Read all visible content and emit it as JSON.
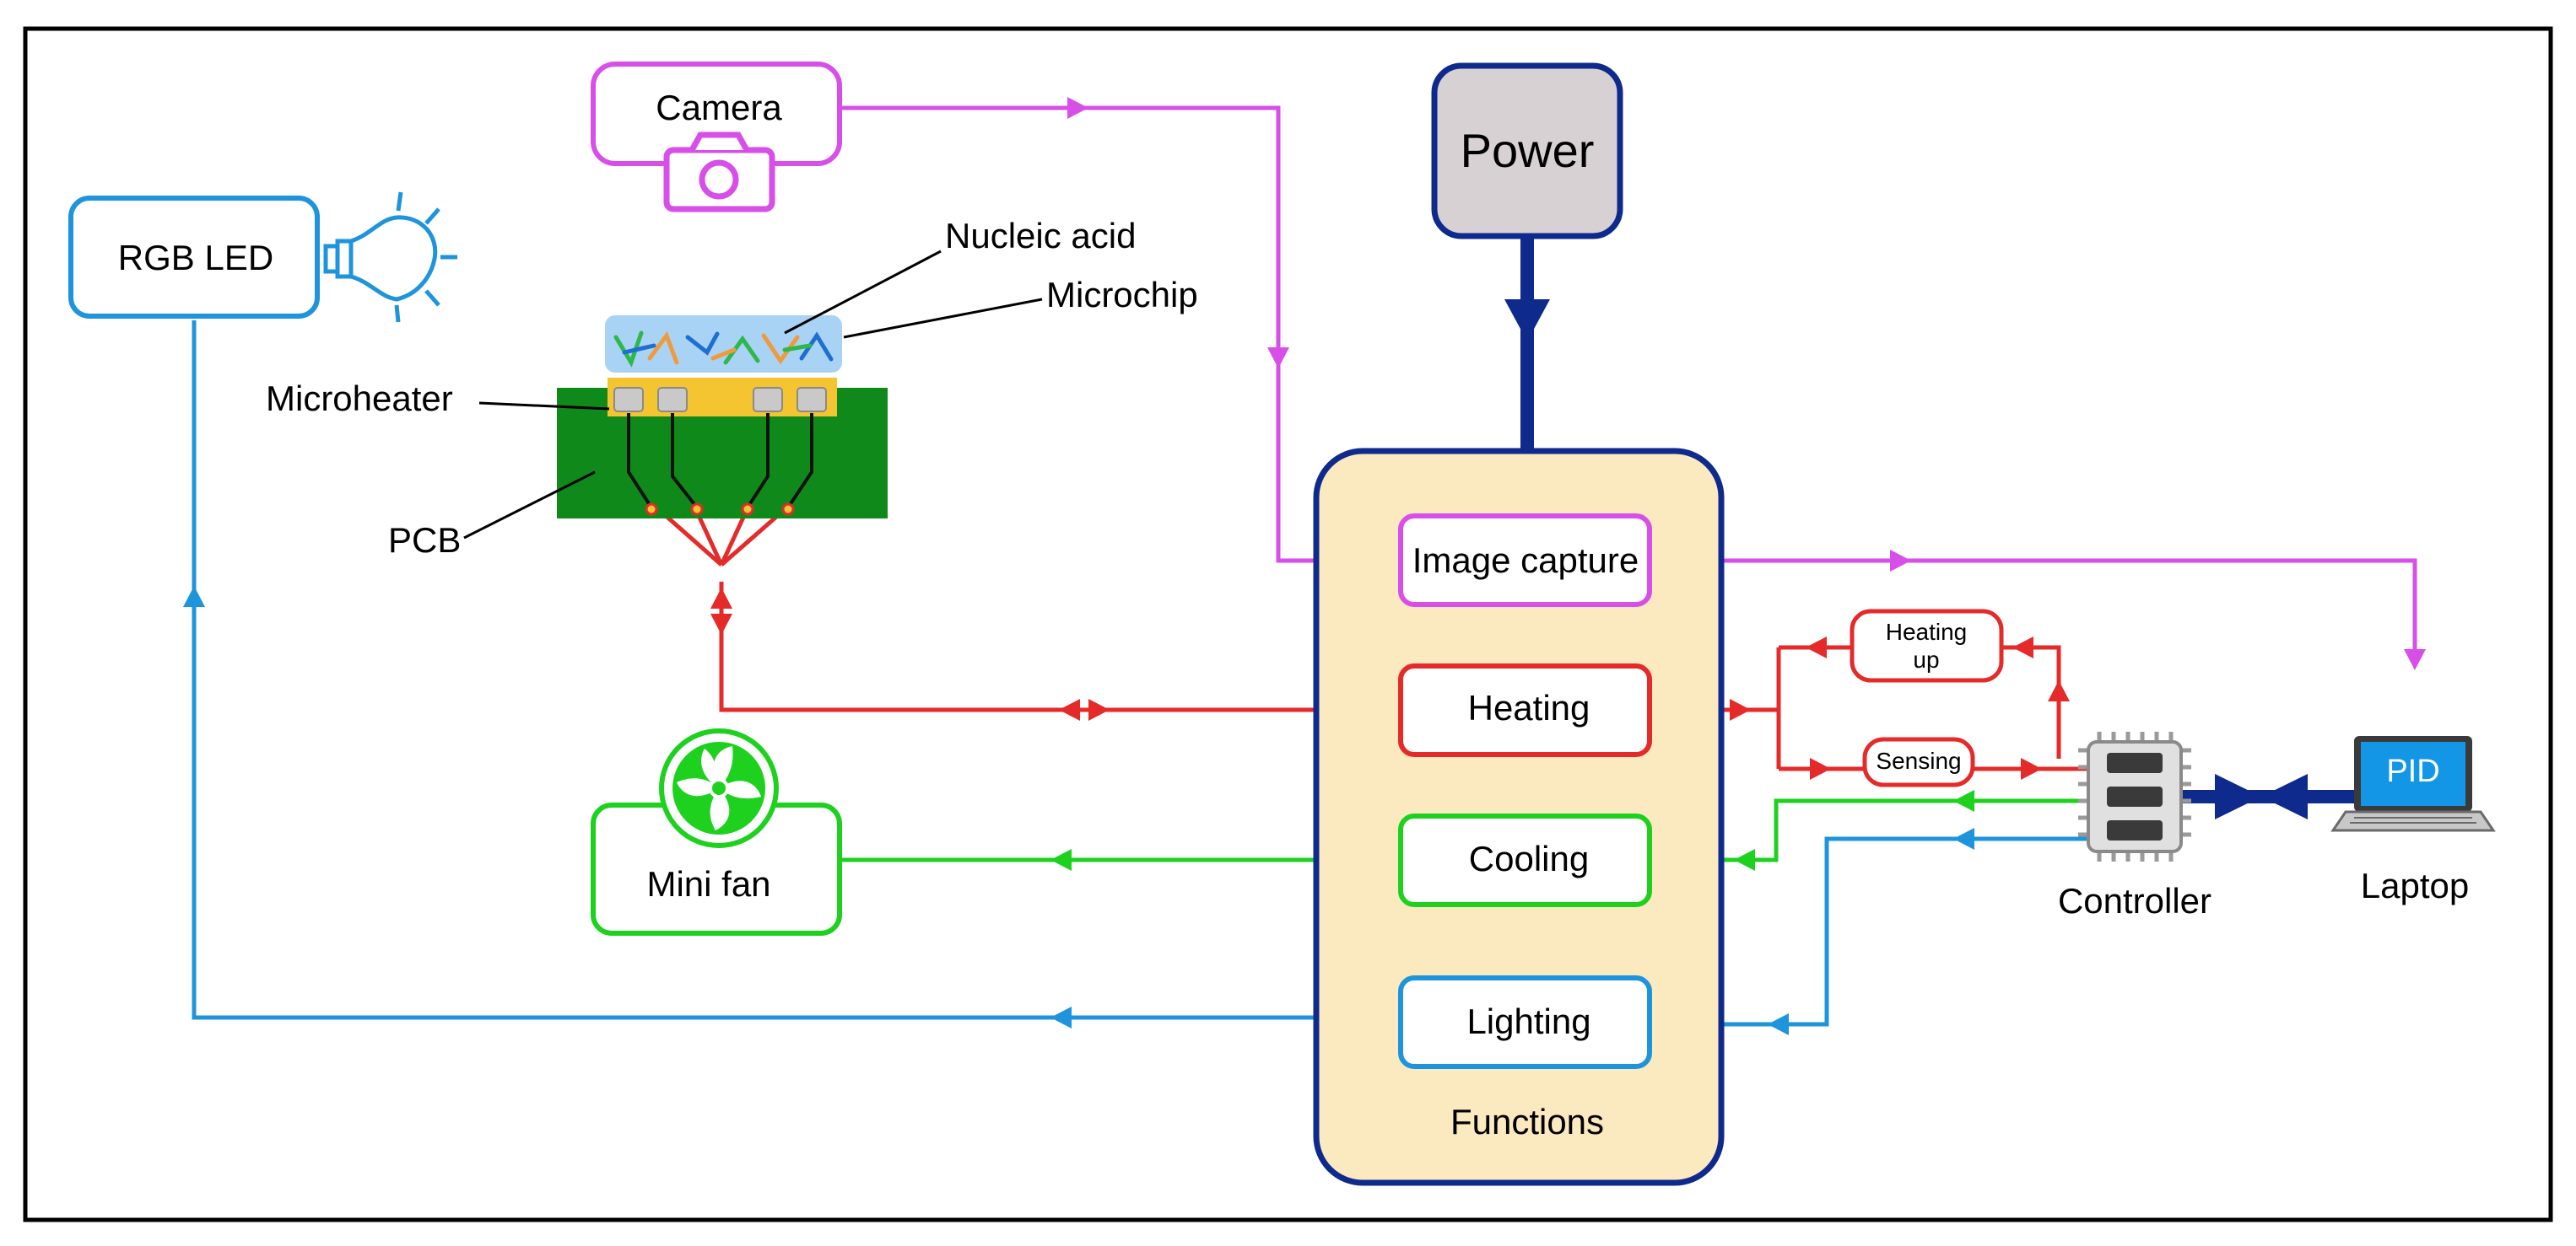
{
  "labels": {
    "camera": "Camera",
    "power": "Power",
    "rgb_led": "RGB LED",
    "nucleic_acid": "Nucleic acid",
    "microchip": "Microchip",
    "microheater": "Microheater",
    "pcb": "PCB",
    "image_capture": "Image capture",
    "heating": "Heating",
    "heating_up_line1": "Heating",
    "heating_up_line2": "up",
    "sensing": "Sensing",
    "cooling": "Cooling",
    "lighting": "Lighting",
    "functions": "Functions",
    "mini_fan": "Mini fan",
    "controller": "Controller",
    "laptop": "Laptop",
    "pid": "PID"
  },
  "colors": {
    "magenta": "#d84ee8",
    "red": "#e52a2a",
    "green": "#1fd11f",
    "blue": "#1e94dc",
    "navy": "#0e2a8c",
    "functions_fill": "#fbe9bf",
    "power_fill": "#d8d1d3",
    "pcb_green": "#0f8a1a",
    "heater_yellow": "#f5c431",
    "chip_blue": "#a9d3f5",
    "pid_blue": "#1396e6"
  }
}
